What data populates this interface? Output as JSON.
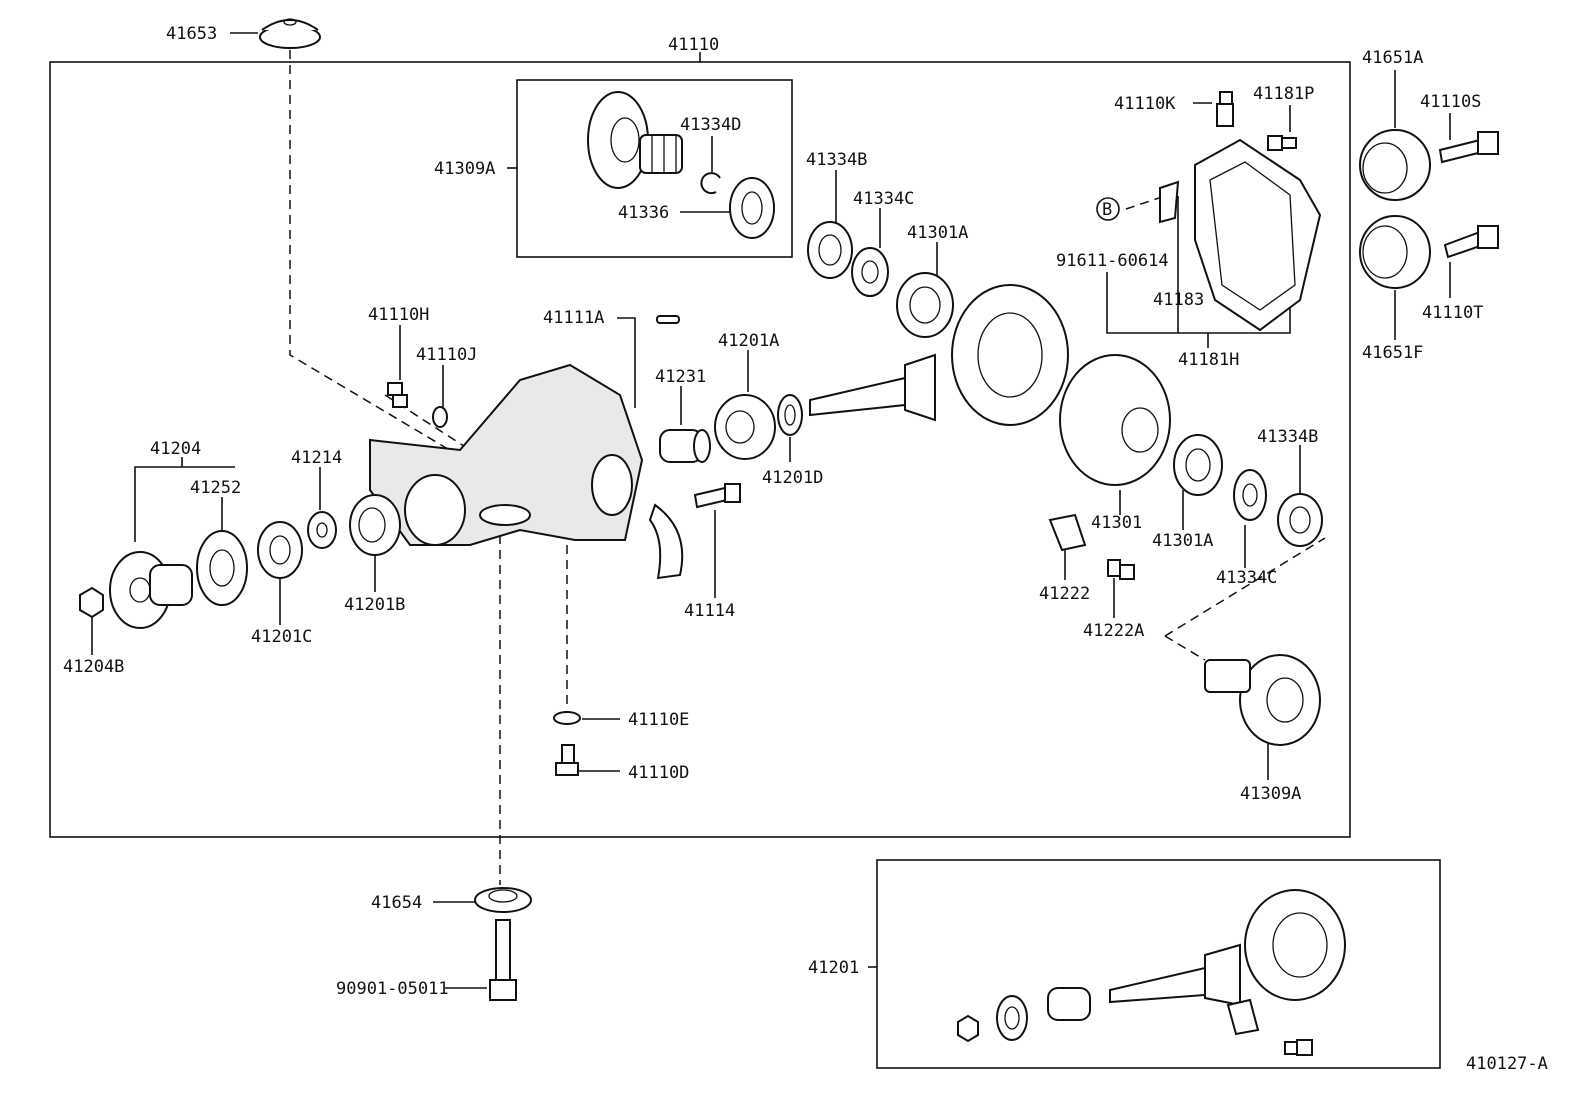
{
  "diagram_code": "410127-A",
  "frame_labels": {
    "main_assembly": "41110",
    "axle_shaft_box": "41309A",
    "ring_pinion_kit": "41201",
    "cover_group": "41181H"
  },
  "callout_circle": "B",
  "part_labels": {
    "p41653": "41653",
    "p41334D": "41334D",
    "p41336": "41336",
    "p41334B_top": "41334B",
    "p41334C_top": "41334C",
    "p41301A_top": "41301A",
    "p41110K": "41110K",
    "p41181P": "41181P",
    "p91611": "91611-60614",
    "p41183": "41183",
    "p41651A": "41651A",
    "p41110S": "41110S",
    "p41110T": "41110T",
    "p41651F": "41651F",
    "p41110H": "41110H",
    "p41110J": "41110J",
    "p41111A": "41111A",
    "p41201A": "41201A",
    "p41231": "41231",
    "p41201D": "41201D",
    "p41204": "41204",
    "p41252": "41252",
    "p41214": "41214",
    "p41201B": "41201B",
    "p41201C": "41201C",
    "p41204B": "41204B",
    "p41114": "41114",
    "p41301": "41301",
    "p41301A_bot": "41301A",
    "p41334B_bot": "41334B",
    "p41334C_bot": "41334C",
    "p41222": "41222",
    "p41222A": "41222A",
    "p41309A_bot": "41309A",
    "p41110E": "41110E",
    "p41110D": "41110D",
    "p41654": "41654",
    "p90901": "90901-05011"
  }
}
